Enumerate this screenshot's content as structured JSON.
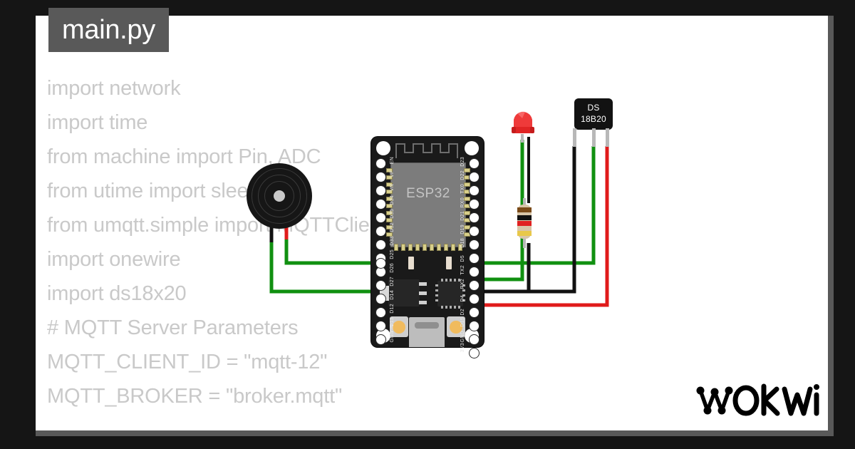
{
  "window": {
    "frame_color": "#151515",
    "border_color": "#595959",
    "pane_background": "#ffffff"
  },
  "file_tab": {
    "label": "main.py",
    "background": "#595959",
    "text_color": "#ffffff"
  },
  "code": {
    "text_color": "#c9c9c9",
    "lines": [
      "import network",
      "import time",
      "from machine import Pin, ADC",
      "from utime import sleep",
      "from umqtt.simple import MQTTClient",
      "import onewire",
      "import ds18x20",
      "",
      "# MQTT Server Parameters",
      "MQTT_CLIENT_ID = \"mqtt-12\"",
      "MQTT_BROKER = \"broker.mqtt\""
    ]
  },
  "logo": {
    "text": "WOKWI",
    "color": "#000000"
  },
  "diagram": {
    "board": {
      "name": "ESP32 DevKit",
      "chip_label": "ESP32",
      "body_color": "#1a1a1a",
      "shield_color": "#7c7c7c",
      "pins_left": [
        "EN",
        "VP",
        "VN",
        "D34",
        "D35",
        "D32",
        "D33",
        "D25",
        "D26",
        "D27",
        "D14",
        "D12",
        "D13",
        "GND",
        "VIN"
      ],
      "pins_right": [
        "D23",
        "D22",
        "TX0",
        "RX0",
        "D21",
        "D19",
        "D18",
        "D5",
        "TX2",
        "RX2",
        "D4",
        "D2",
        "D15",
        "GND",
        "3V3"
      ]
    },
    "buzzer": {
      "name": "buzzer",
      "body_color": "#161616",
      "lead_colors": [
        "#111111",
        "#e01b1b"
      ]
    },
    "led": {
      "name": "red-led",
      "color": "#e02020"
    },
    "resistor": {
      "name": "resistor",
      "bands": [
        "#7a4a18",
        "#111111",
        "#e02020",
        "#e8c84a"
      ],
      "body_color": "#d8c5a8"
    },
    "temperature_sensor": {
      "name": "DS18B20",
      "label_line1": "DS",
      "label_line2": "18B20",
      "body_color": "#121212"
    },
    "wires": [
      {
        "from": "buzzer-negative",
        "to": "board-GND",
        "color": "#109010"
      },
      {
        "from": "buzzer-positive",
        "to": "board-D14",
        "color": "#109010"
      },
      {
        "from": "board-D15",
        "to": "led-anode",
        "color": "#109010"
      },
      {
        "from": "board-D4",
        "to": "ds18b20-data",
        "color": "#109010"
      },
      {
        "from": "board-GND",
        "to": "led-cathode",
        "color": "#111111"
      },
      {
        "from": "board-3V3",
        "to": "ds18b20-vcc",
        "color": "#e01b1b"
      }
    ]
  }
}
